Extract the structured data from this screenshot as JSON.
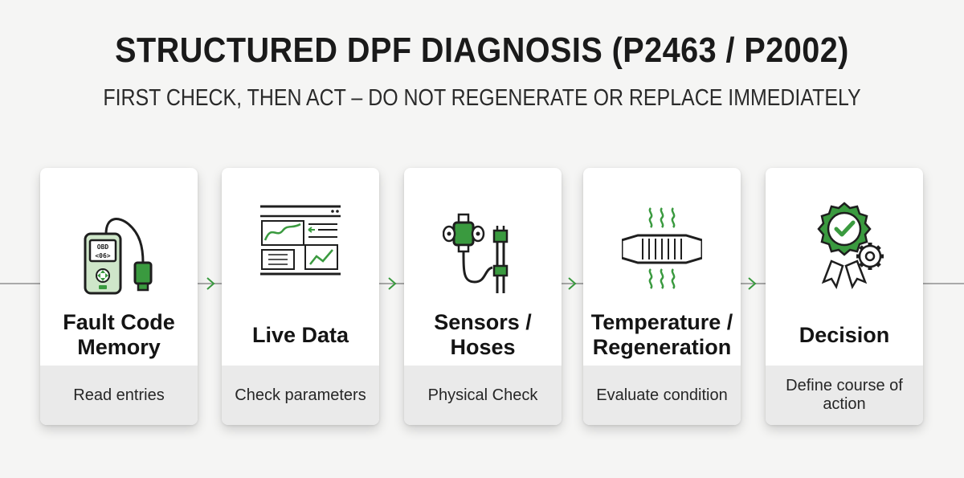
{
  "header": {
    "title": "STRUCTURED DPF DIAGNOSIS (P2463 / P2002)",
    "subtitle": "FIRST CHECK, THEN ACT – DO NOT REGENERATE OR REPLACE IMMEDIATELY"
  },
  "colors": {
    "accent_green": "#3a9a3f",
    "dark_outline": "#1e1e1e",
    "flow_line": "#a9a9a9",
    "card_footer": "#eaeaea"
  },
  "steps": [
    {
      "icon": "obd-scanner-icon",
      "title": "Fault Code Memory",
      "description": "Read entries",
      "screen_text": [
        "OBD",
        "<06>"
      ]
    },
    {
      "icon": "live-data-chart-icon",
      "title": "Live Data",
      "description": "Check parameters"
    },
    {
      "icon": "sensor-hoses-icon",
      "title": "Sensors / Hoses",
      "description": "Physical Check"
    },
    {
      "icon": "dpf-temperature-icon",
      "title": "Temperature / Regeneration",
      "description": "Evaluate condition"
    },
    {
      "icon": "decision-badge-icon",
      "title": "Decision",
      "description": "Define course of action"
    }
  ]
}
